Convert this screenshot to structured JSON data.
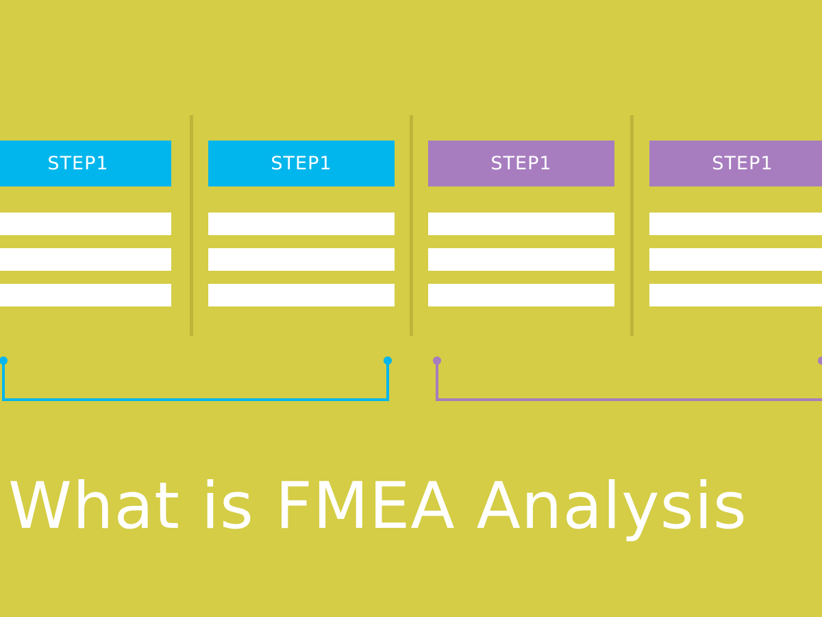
{
  "colors": {
    "background": "#d4cd45",
    "divider": "#bdb53a",
    "blue": "#00b6ec",
    "purple": "#a77dbf",
    "white": "#ffffff"
  },
  "steps": [
    {
      "label": "STEP1",
      "color": "blue"
    },
    {
      "label": "STEP1",
      "color": "blue"
    },
    {
      "label": "STEP1",
      "color": "purple"
    },
    {
      "label": "STEP1",
      "color": "purple"
    }
  ],
  "headline": "What is FMEA Analysis"
}
